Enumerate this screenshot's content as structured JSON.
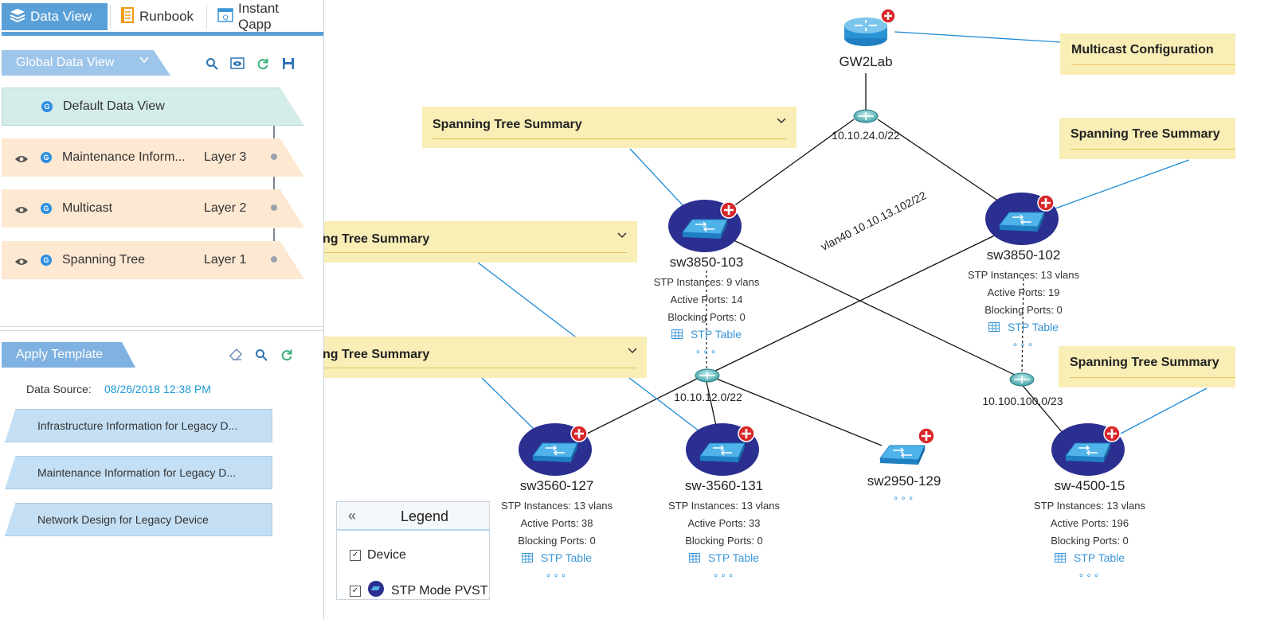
{
  "tabs": [
    {
      "label": "Data View",
      "icon": "layers-icon",
      "active": true
    },
    {
      "label": "Runbook",
      "icon": "runbook-icon",
      "active": false
    },
    {
      "label": "Instant Qapp",
      "icon": "qapp-icon",
      "active": false
    }
  ],
  "data_view": {
    "title": "Global Data View",
    "tools": [
      "search-icon",
      "view-icon",
      "refresh-icon",
      "save-icon"
    ],
    "layers": [
      {
        "name": "Default Data View",
        "badge": "G",
        "layer": ""
      },
      {
        "name": "Maintenance Inform...",
        "badge": "G",
        "layer": "Layer 3"
      },
      {
        "name": "Multicast",
        "badge": "G",
        "layer": "Layer 2"
      },
      {
        "name": "Spanning Tree",
        "badge": "G",
        "layer": "Layer 1"
      }
    ]
  },
  "apply_template": {
    "title": "Apply Template",
    "tools": [
      "clear-icon",
      "search-icon",
      "refresh-icon"
    ],
    "data_source_label": "Data Source:",
    "data_source_value": "08/26/2018 12:38 PM",
    "templates": [
      "Infrastructure Information for Legacy D...",
      "Maintenance Information for Legacy D...",
      "Network Design for Legacy Device"
    ]
  },
  "notes": [
    {
      "text": "Spanning Tree Summary",
      "chevron": "⌄"
    },
    {
      "text": "ng Tree Summary",
      "chevron": "⌄"
    },
    {
      "text": "ng Tree Summary",
      "chevron": "⌄"
    },
    {
      "text": "Multicast Configuration"
    },
    {
      "text": "Spanning Tree Summary"
    },
    {
      "text": "Spanning Tree Summary"
    }
  ],
  "devices": {
    "gw": {
      "name": "GW2Lab",
      "type": "router"
    },
    "sw3850_103": {
      "name": "sw3850-103",
      "stp": "STP Instances: 9 vlans",
      "active": "Active Ports: 14",
      "blocking": "Blocking Ports: 0",
      "link": "STP Table",
      "more": "∘∘∘"
    },
    "sw3850_102": {
      "name": "sw3850-102",
      "stp": "STP Instances: 13 vlans",
      "active": "Active Ports: 19",
      "blocking": "Blocking Ports: 0",
      "link": "STP Table",
      "more": "∘∘∘"
    },
    "sw3560_127": {
      "name": "sw3560-127",
      "stp": "STP Instances: 13 vlans",
      "active": "Active Ports: 38",
      "blocking": "Blocking Ports: 0",
      "link": "STP Table",
      "more": "∘∘∘"
    },
    "sw3560_131": {
      "name": "sw-3560-131",
      "stp": "STP Instances: 13 vlans",
      "active": "Active Ports: 33",
      "blocking": "Blocking Ports: 0",
      "link": "STP Table",
      "more": "∘∘∘"
    },
    "sw2950_129": {
      "name": "sw2950-129",
      "more": "∘∘∘"
    },
    "sw4500_15": {
      "name": "sw-4500-15",
      "stp": "STP Instances: 13 vlans",
      "active": "Active Ports: 196",
      "blocking": "Blocking Ports: 0",
      "link": "STP Table",
      "more": "∘∘∘"
    }
  },
  "subnets": [
    "10.10.24.0/22",
    "10.10.12.0/22",
    "10.100.100.0/23"
  ],
  "link_label": "vlan40 10.10.13.102/22",
  "legend": {
    "title": "Legend",
    "collapse": "«",
    "items": [
      {
        "label": "Device",
        "checked": true
      },
      {
        "label": "STP Mode PVST",
        "checked": true
      }
    ]
  },
  "colors": {
    "accent": "#5aa0d8",
    "note_bg": "#f8eeb6",
    "device_halo": "#2b2f8f",
    "link_blue": "#1f8ad6"
  }
}
